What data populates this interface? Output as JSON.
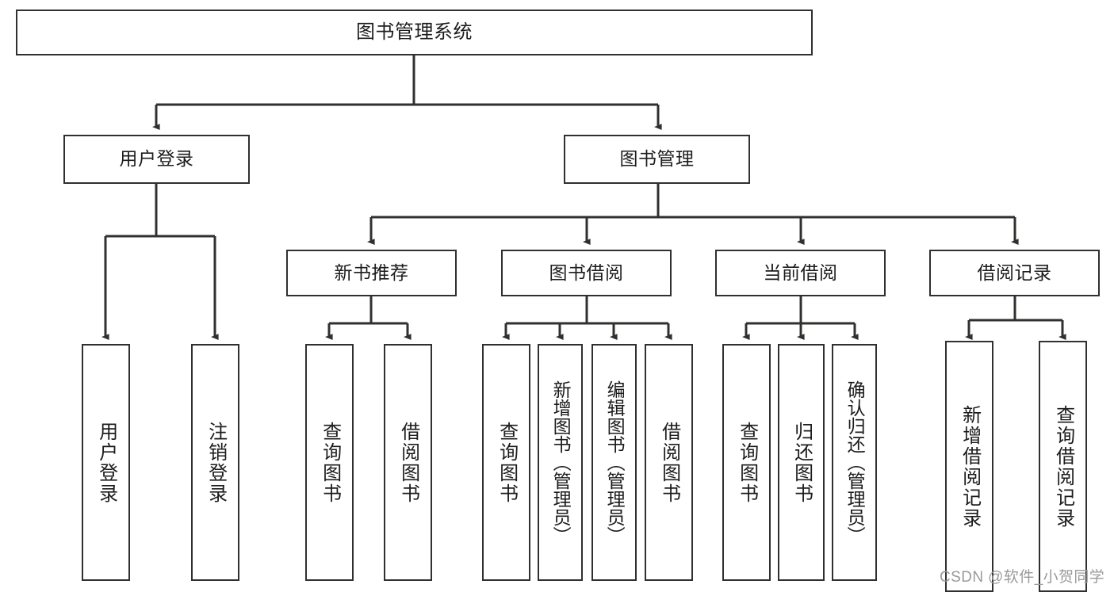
{
  "diagram": {
    "title": "图书管理系统",
    "type": "tree",
    "root": {
      "label": "图书管理系统"
    },
    "level2": [
      {
        "label": "用户登录"
      },
      {
        "label": "图书管理"
      }
    ],
    "level3": [
      {
        "label": "新书推荐"
      },
      {
        "label": "图书借阅"
      },
      {
        "label": "当前借阅"
      },
      {
        "label": "借阅记录"
      }
    ],
    "leaves": {
      "user_login": [
        {
          "label": "用户登录"
        },
        {
          "label": "注销登录"
        }
      ],
      "new_book_recommend": [
        {
          "label": "查询图书"
        },
        {
          "label": "借阅图书"
        }
      ],
      "book_borrow": [
        {
          "label": "查询图书"
        },
        {
          "label": "新增图书（管理员）"
        },
        {
          "label": "编辑图书（管理员）"
        },
        {
          "label": "借阅图书"
        }
      ],
      "current_borrow": [
        {
          "label": "查询图书"
        },
        {
          "label": "归还图书"
        },
        {
          "label": "确认归还（管理员）"
        }
      ],
      "borrow_record": [
        {
          "label": "新增借阅记录"
        },
        {
          "label": "查询借阅记录"
        }
      ]
    }
  },
  "watermark": {
    "text": "CSDN @软件_小贺同学"
  },
  "colors": {
    "stroke": "#30302f",
    "text": "#1c1c1c",
    "background": "#ffffff",
    "watermark": "#9a9a9a"
  }
}
